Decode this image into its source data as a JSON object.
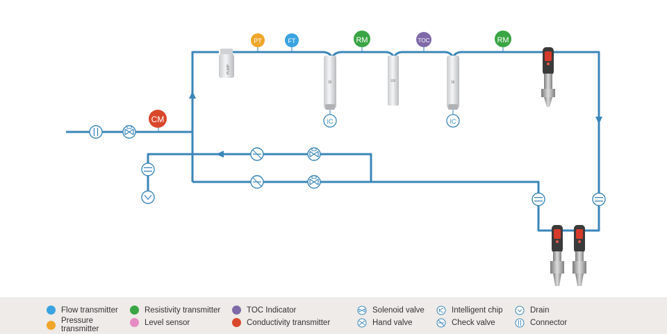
{
  "sensors": {
    "ft": "FT",
    "pt": "PT",
    "rm": "RM",
    "toc": "TOC",
    "cm": "CM",
    "ic": "IC"
  },
  "units": {
    "pump": "PUMP",
    "di": "DI",
    "uv": "UV"
  },
  "colors": {
    "pipe": "#3a86b8",
    "flow": "#3aa3e0",
    "pressure": "#f0a62a",
    "resistivity": "#3aa544",
    "toc": "#7e6aa8",
    "level": "#e68ac3",
    "conductivity": "#d9482b",
    "legend_bg": "#eeebe8"
  },
  "legend": {
    "flow": "Flow transmitter",
    "pressure": "Pressure transmitter",
    "resistivity": "Resistivity transmitter",
    "level": "Level sensor",
    "toc": "TOC Indicator",
    "conductivity": "Conductivity transmitter",
    "solenoid": "Solenoid valve",
    "hand": "Hand valve",
    "chip": "Intelligent chip",
    "check": "Check valve",
    "drain": "Drain",
    "connector": "Connector"
  }
}
